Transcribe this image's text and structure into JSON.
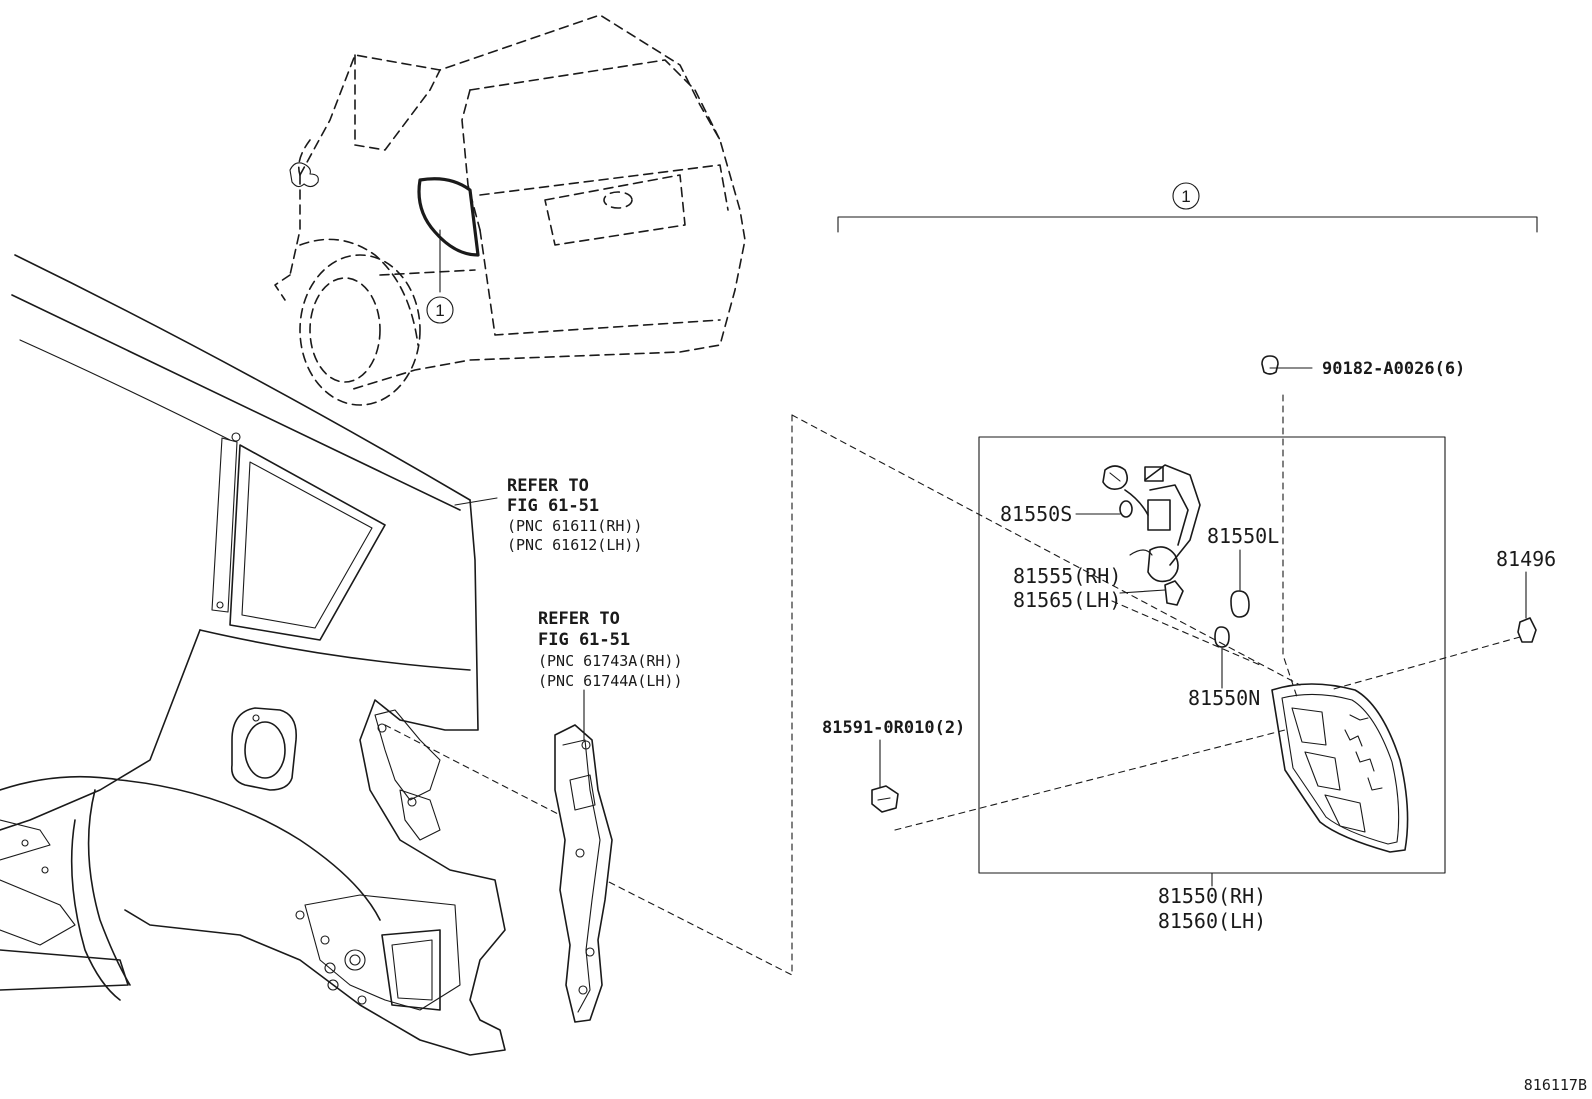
{
  "callout_marker": "1",
  "diagram_id": "816117B",
  "refer_blocks": [
    {
      "line1": "REFER TO",
      "line2": "FIG 61-51",
      "line3": "(PNC 61611(RH))",
      "line4": "(PNC 61612(LH))"
    },
    {
      "line1": "REFER TO",
      "line2": "FIG 61-51",
      "line3": "(PNC 61743A(RH))",
      "line4": "(PNC 61744A(LH))"
    }
  ],
  "parts": {
    "screw": "90182-A0026(6)",
    "socket_s": "81550S",
    "bulb_l": "81550L",
    "socket_rh": "81555(RH)",
    "socket_lh": "81565(LH)",
    "bulb_n": "81550N",
    "clip": "81496",
    "grommet": "81591-0R010(2)",
    "lamp_rh": "81550(RH)",
    "lamp_lh": "81560(LH)"
  }
}
